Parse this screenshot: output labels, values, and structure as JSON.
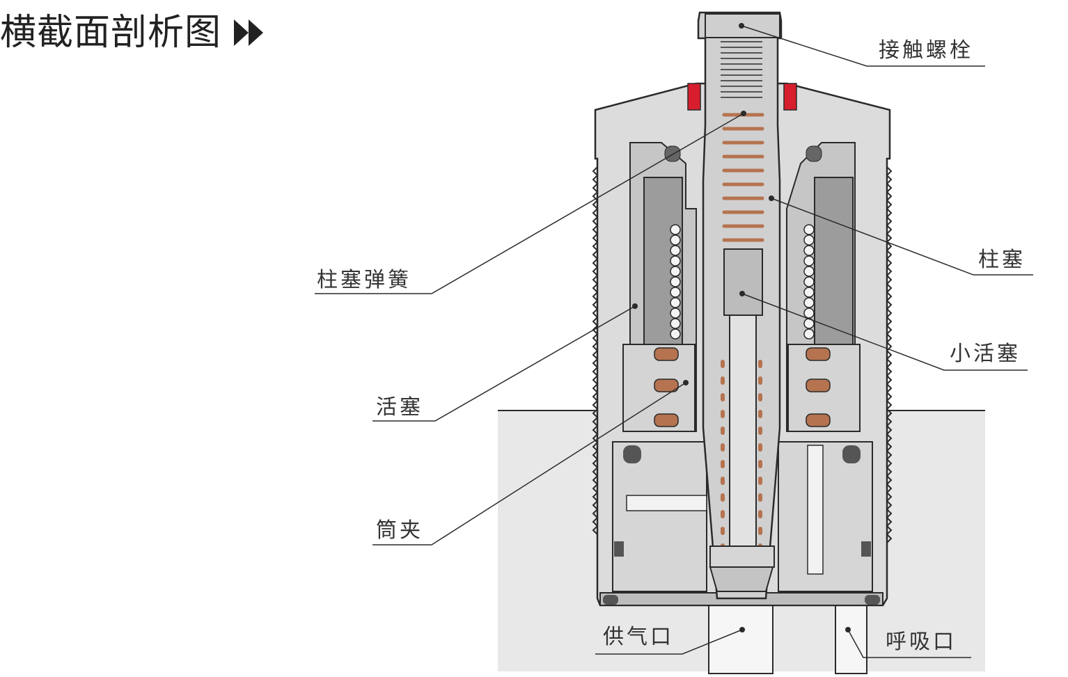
{
  "title": "横截面剖析图",
  "title_icon": "double-play-arrow-icon",
  "labels": {
    "contact_bolt": "接触螺栓",
    "plunger_spring": "柱塞弹簧",
    "plunger": "柱塞",
    "small_piston": "小活塞",
    "piston": "活塞",
    "collet": "筒夹",
    "air_supply_port": "供气口",
    "breather_port": "呼吸口"
  },
  "colors": {
    "outline": "#2a2a2a",
    "body_fill": "#dcdcdc",
    "inner_fill": "#c6c6c6",
    "dark_fill": "#9c9c9c",
    "spring_copper": "#b5734f",
    "seal_red": "#d81e2c",
    "base_block": "#e8e8e8"
  }
}
